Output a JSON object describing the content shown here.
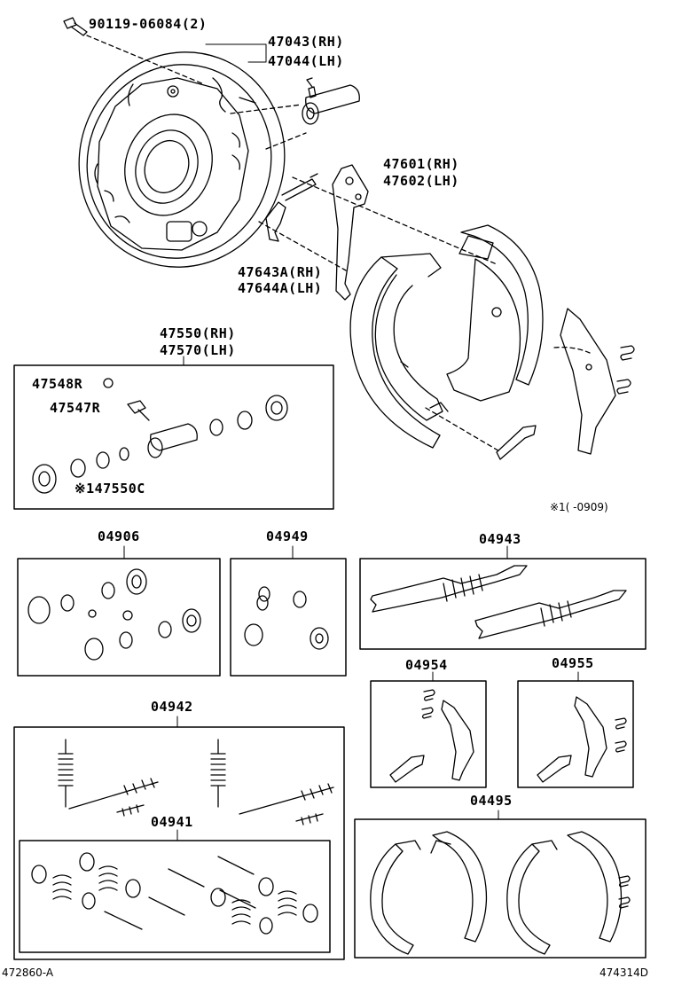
{
  "labels": {
    "p90119": "90119-06084(2)",
    "p47043": "47043(RH)",
    "p47044": "47044(LH)",
    "p47601": "47601(RH)",
    "p47602": "47602(LH)",
    "p47643": "47643A(RH)",
    "p47644": "47644A(LH)",
    "p47550": "47550(RH)",
    "p47570": "47570(LH)",
    "p47548": "47548R",
    "p47547": "47547R",
    "p47550c": "※147550C",
    "p04906": "04906",
    "p04949": "04949",
    "p04943": "04943",
    "p04954": "04954",
    "p04955": "04955",
    "p04942": "04942",
    "p04941": "04941",
    "p04495": "04495"
  },
  "note": "※1(     -0909)",
  "footer": {
    "left": "472860-A",
    "right": "474314D"
  }
}
